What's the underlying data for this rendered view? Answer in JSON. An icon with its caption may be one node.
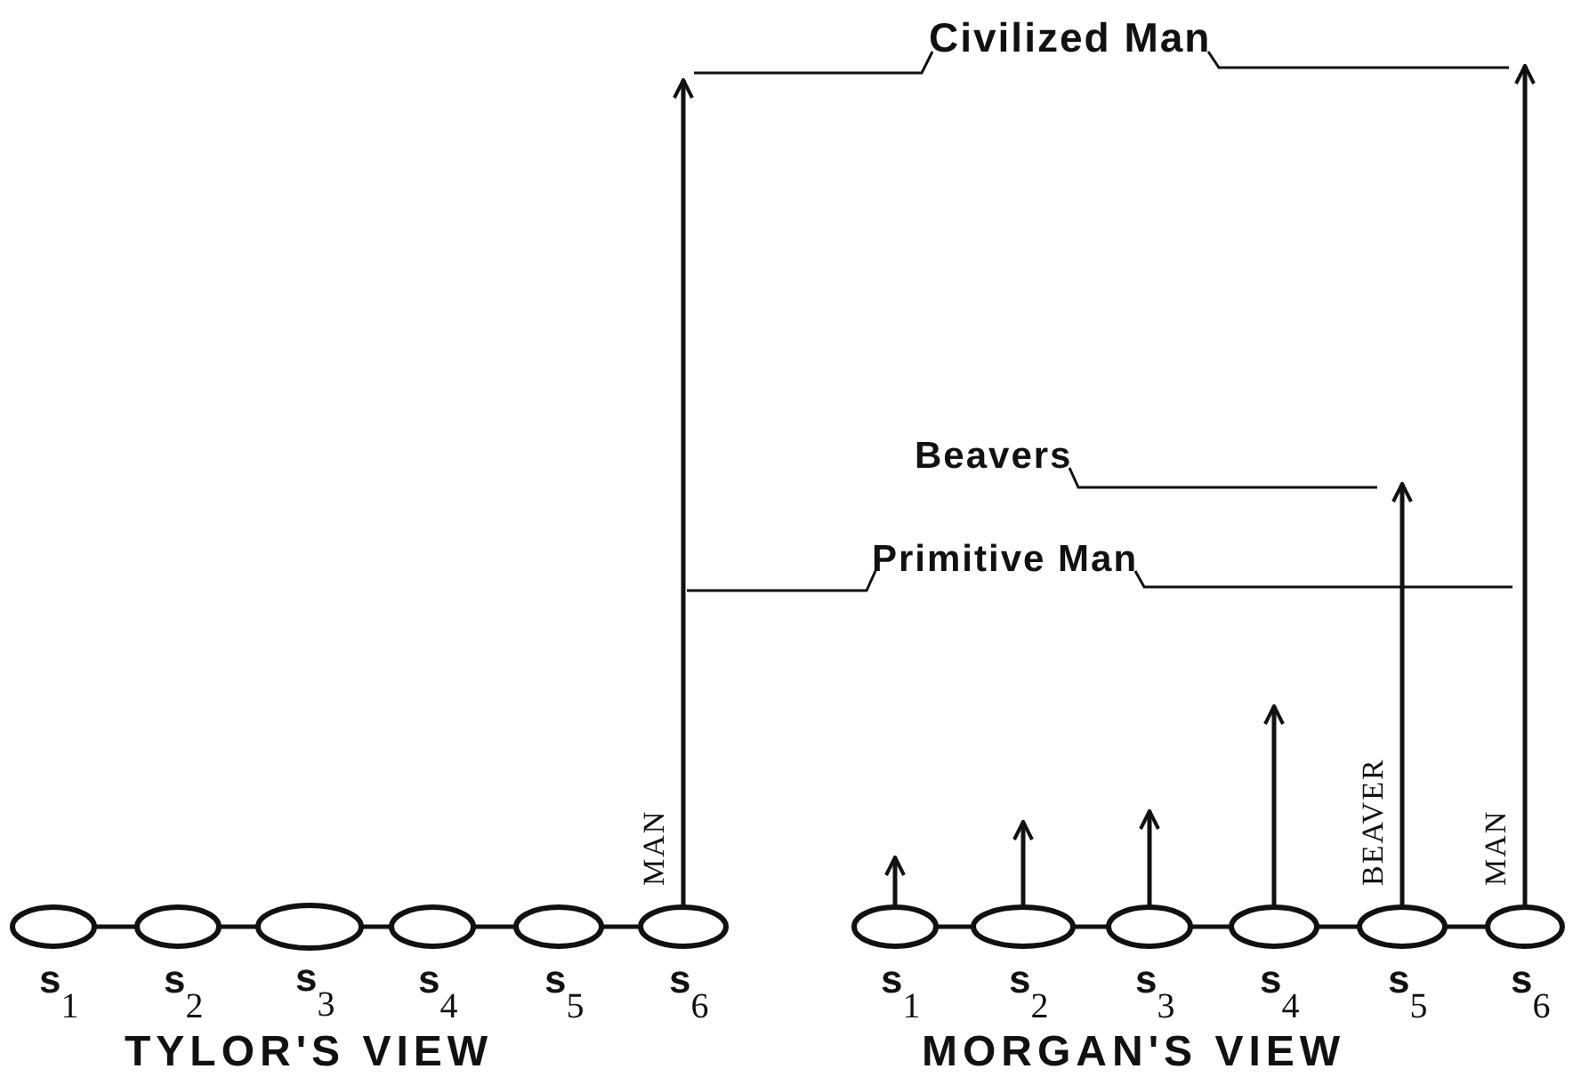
{
  "diagram": {
    "nodes": [
      {
        "text": [],
        "shape": "ellipse",
        "beside": [
          "s$_{1}$"
        ]
      },
      {
        "text": [],
        "shape": "ellipse",
        "beside": [
          "s$_{2}$"
        ]
      },
      {
        "text": [],
        "shape": "ellipse",
        "beside": [
          "s$_{3}$"
        ]
      },
      {
        "text": [],
        "shape": "ellipse",
        "beside": [
          "s$_{4}$"
        ]
      },
      {
        "text": [],
        "shape": "ellipse",
        "beside": [
          "s$_{5}$"
        ]
      },
      {
        "text": [],
        "shape": "ellipse",
        "beside": [
          "s$_{6}$"
        ]
      },
      {
        "text": [],
        "shape": "ellipse",
        "beside": [
          "s$_{1}$"
        ]
      },
      {
        "text": [],
        "shape": "ellipse",
        "beside": [
          "s$_{2}$"
        ]
      },
      {
        "text": [],
        "shape": "ellipse",
        "beside": [
          "s$_{3}$"
        ]
      },
      {
        "text": [],
        "shape": "ellipse",
        "beside": [
          "s$_{4}$"
        ]
      },
      {
        "text": [],
        "shape": "ellipse",
        "beside": [
          "s$_{5}$"
        ]
      },
      {
        "text": [],
        "shape": "ellipse",
        "beside": [
          "s$_{6}$"
        ]
      },
      {
        "text": [
          "Civilized Man"
        ]
      },
      {
        "text": [
          "Beavers"
        ]
      },
      {
        "text": [
          "Primitive Man"
        ]
      }
    ],
    "edges": [
      {
        "from": 0,
        "to": 1,
        "arrow": "none"
      },
      {
        "from": 1,
        "to": 2,
        "arrow": "none"
      },
      {
        "from": 2,
        "to": 3,
        "arrow": "none"
      },
      {
        "from": 3,
        "to": 4,
        "arrow": "none"
      },
      {
        "from": 4,
        "to": 5,
        "arrow": "none"
      },
      {
        "from": 6,
        "to": 7,
        "arrow": "none"
      },
      {
        "from": 7,
        "to": 8,
        "arrow": "none"
      },
      {
        "from": 8,
        "to": 9,
        "arrow": "none"
      },
      {
        "from": 9,
        "to": 10,
        "arrow": "none"
      },
      {
        "from": 10,
        "to": 11,
        "arrow": "none"
      },
      {
        "from": 5,
        "to": null,
        "arrow": "to",
        "label": "MAN"
      },
      {
        "from": 6,
        "to": null,
        "arrow": "to"
      },
      {
        "from": 7,
        "to": null,
        "arrow": "to"
      },
      {
        "from": 8,
        "to": null,
        "arrow": "to"
      },
      {
        "from": 9,
        "to": null,
        "arrow": "to"
      },
      {
        "from": 10,
        "to": null,
        "arrow": "to",
        "label": "BEAVER"
      },
      {
        "from": 11,
        "to": null,
        "arrow": "to",
        "label": "MAN"
      },
      {
        "from": 12,
        "to": null,
        "arrow": "none"
      },
      {
        "from": 12,
        "to": null,
        "arrow": "none"
      },
      {
        "from": 13,
        "to": null,
        "arrow": "none"
      },
      {
        "from": 14,
        "to": null,
        "arrow": "none"
      },
      {
        "from": 14,
        "to": null,
        "arrow": "none"
      }
    ],
    "labels": [
      "TYLOR'S VIEW",
      "MORGAN'S VIEW"
    ]
  }
}
